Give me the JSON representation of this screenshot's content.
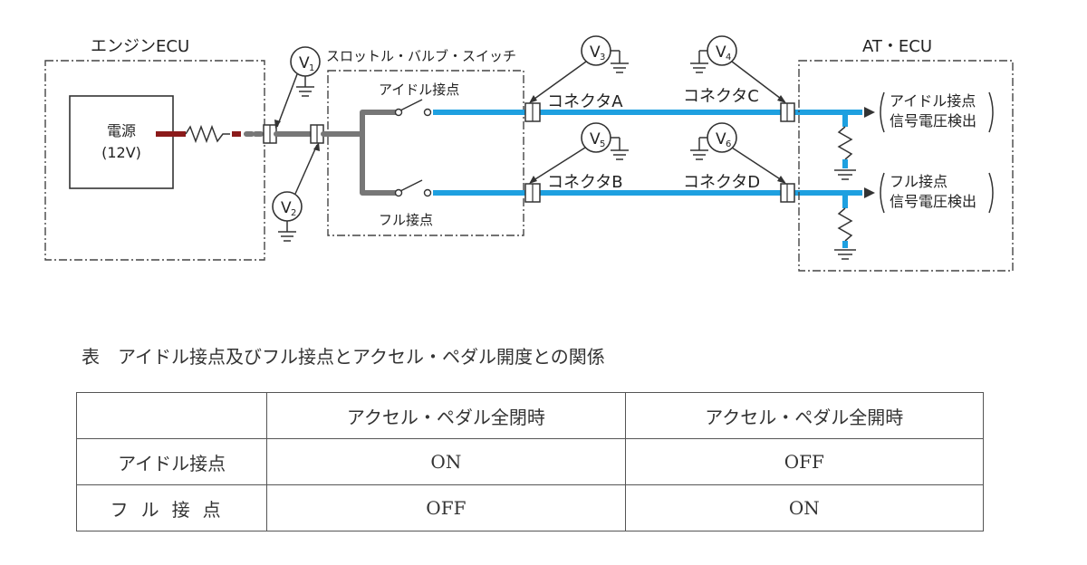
{
  "diagram": {
    "engine_ecu": {
      "title": "エンジンECU",
      "power_label": "電源",
      "voltage": "(12V)"
    },
    "throttle_switch": {
      "title": "スロットル・バルブ・スイッチ",
      "idle_contact": "アイドル接点",
      "full_contact": "フル接点"
    },
    "at_ecu": {
      "title": "AT・ECU"
    },
    "connectors": {
      "a": "コネクタA",
      "b": "コネクタB",
      "c": "コネクタC",
      "d": "コネクタD"
    },
    "meters": [
      {
        "symbol": "V",
        "index": "1"
      },
      {
        "symbol": "V",
        "index": "2"
      },
      {
        "symbol": "V",
        "index": "3"
      },
      {
        "symbol": "V",
        "index": "4"
      },
      {
        "symbol": "V",
        "index": "5"
      },
      {
        "symbol": "V",
        "index": "6"
      }
    ],
    "outputs": {
      "idle_line1": "アイドル接点",
      "idle_line2": "信号電圧検出",
      "full_line1": "フル接点",
      "full_line2": "信号電圧検出"
    },
    "colors": {
      "signal_wire": "#1ea0e0",
      "switch_wire": "#777777",
      "power_wire": "#8b1a1a"
    }
  },
  "table": {
    "caption": "表　アイドル接点及びフル接点とアクセル・ペダル開度との関係",
    "headers": [
      "",
      "アクセル・ペダル全閉時",
      "アクセル・ペダル全開時"
    ],
    "rows": [
      {
        "label": "アイドル接点",
        "values": [
          "ON",
          "OFF"
        ]
      },
      {
        "label": "フル接点",
        "values": [
          "OFF",
          "ON"
        ]
      }
    ]
  }
}
